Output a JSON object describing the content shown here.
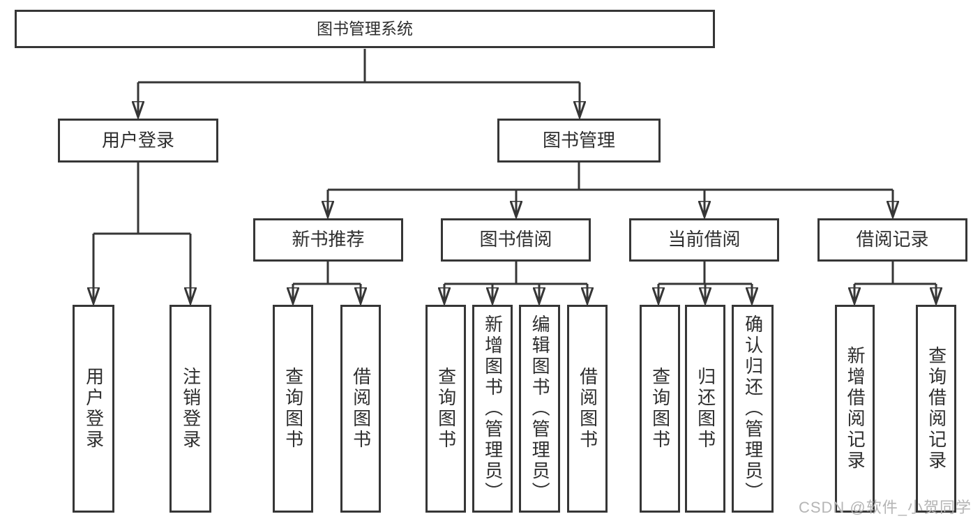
{
  "diagram": {
    "title": "图书管理系统",
    "type": "functional-structure-tree"
  },
  "nodes": {
    "root": {
      "label": "图书管理系统",
      "level": 1
    },
    "user_login": {
      "label": "用户登录",
      "level": 2
    },
    "book_mgmt": {
      "label": "图书管理",
      "level": 2
    },
    "new_book_rec": {
      "label": "新书推荐",
      "level": 3
    },
    "book_borrow": {
      "label": "图书借阅",
      "level": 3
    },
    "current_borrow": {
      "label": "当前借阅",
      "level": 3
    },
    "borrow_records": {
      "label": "借阅记录",
      "level": 3
    },
    "user_login_leaf": {
      "label": "用户登录",
      "level": 4
    },
    "logout": {
      "label": "注销登录",
      "level": 4
    },
    "nb_query": {
      "label": "查询图书",
      "level": 4
    },
    "nb_borrow": {
      "label": "借阅图书",
      "level": 4
    },
    "bb_query": {
      "label": "查询图书",
      "level": 4
    },
    "bb_add": {
      "label": "新增图书（管理员）",
      "level": 4
    },
    "bb_edit": {
      "label": "编辑图书（管理员）",
      "level": 4
    },
    "bb_borrow": {
      "label": "借阅图书",
      "level": 4
    },
    "cb_query": {
      "label": "查询图书",
      "level": 4
    },
    "cb_return": {
      "label": "归还图书",
      "level": 4
    },
    "cb_confirm": {
      "label": "确认归还（管理员）",
      "level": 4
    },
    "br_add": {
      "label": "新增借阅记录",
      "level": 4
    },
    "br_query": {
      "label": "查询借阅记录",
      "level": 4
    }
  },
  "edges": [
    {
      "from": "root",
      "to": "user_login"
    },
    {
      "from": "root",
      "to": "book_mgmt"
    },
    {
      "from": "user_login",
      "to": "user_login_leaf"
    },
    {
      "from": "user_login",
      "to": "logout"
    },
    {
      "from": "book_mgmt",
      "to": "new_book_rec"
    },
    {
      "from": "book_mgmt",
      "to": "book_borrow"
    },
    {
      "from": "book_mgmt",
      "to": "current_borrow"
    },
    {
      "from": "book_mgmt",
      "to": "borrow_records"
    },
    {
      "from": "new_book_rec",
      "to": "nb_query"
    },
    {
      "from": "new_book_rec",
      "to": "nb_borrow"
    },
    {
      "from": "book_borrow",
      "to": "bb_query"
    },
    {
      "from": "book_borrow",
      "to": "bb_add"
    },
    {
      "from": "book_borrow",
      "to": "bb_edit"
    },
    {
      "from": "book_borrow",
      "to": "bb_borrow"
    },
    {
      "from": "current_borrow",
      "to": "cb_query"
    },
    {
      "from": "current_borrow",
      "to": "cb_return"
    },
    {
      "from": "current_borrow",
      "to": "cb_confirm"
    },
    {
      "from": "borrow_records",
      "to": "br_add"
    },
    {
      "from": "borrow_records",
      "to": "br_query"
    }
  ],
  "watermark": {
    "text": "CSDN @软件_小贺同学"
  },
  "colors": {
    "line": "#363636",
    "box_border": "#363636",
    "text": "#2e2e2e",
    "background": "#ffffff",
    "watermark": "#b5b5b5"
  }
}
